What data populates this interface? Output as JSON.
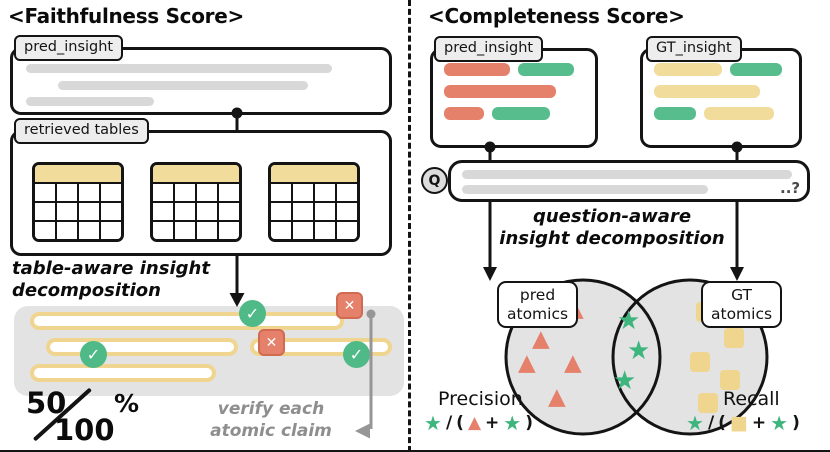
{
  "colors": {
    "green": "#4fba87",
    "salmon": "#e5806b",
    "yellow": "#f2dc9b",
    "placeholder_gray": "#d8d8d8",
    "panel_gray": "#e3e3e3",
    "ink": "#141414",
    "note_gray": "#8e8e8e"
  },
  "icons": {
    "check": "✓",
    "cross": "✕",
    "star": "★",
    "triangle": "▲",
    "square": "■"
  },
  "left_panel": {
    "title": "<Faithfulness Score>",
    "pred_insight_label": "pred_insight",
    "retrieved_tables_label": "retrieved tables",
    "decomposition_line1": "table-aware insight",
    "decomposition_line2": "decomposition",
    "score": {
      "numerator": "50",
      "denominator": "100",
      "unit": "%"
    },
    "verify_line1": "verify each",
    "verify_line2": "atomic claim"
  },
  "right_panel": {
    "title": "<Completeness Score>",
    "pred_insight_label": "pred_insight",
    "gt_insight_label": "GT_insight",
    "q_badge": "Q",
    "question_ellipsis": "..?",
    "decomposition_line1": "question-aware",
    "decomposition_line2": "insight decomposition",
    "pred_atomics_line1": "pred",
    "pred_atomics_line2": "atomics",
    "gt_atomics_line1": "GT",
    "gt_atomics_line2": "atomics",
    "precision_label": "Precision",
    "recall_label": "Recall",
    "formula": {
      "slash": "/",
      "open_paren": "(",
      "plus": "+",
      "close_paren": ")"
    }
  }
}
